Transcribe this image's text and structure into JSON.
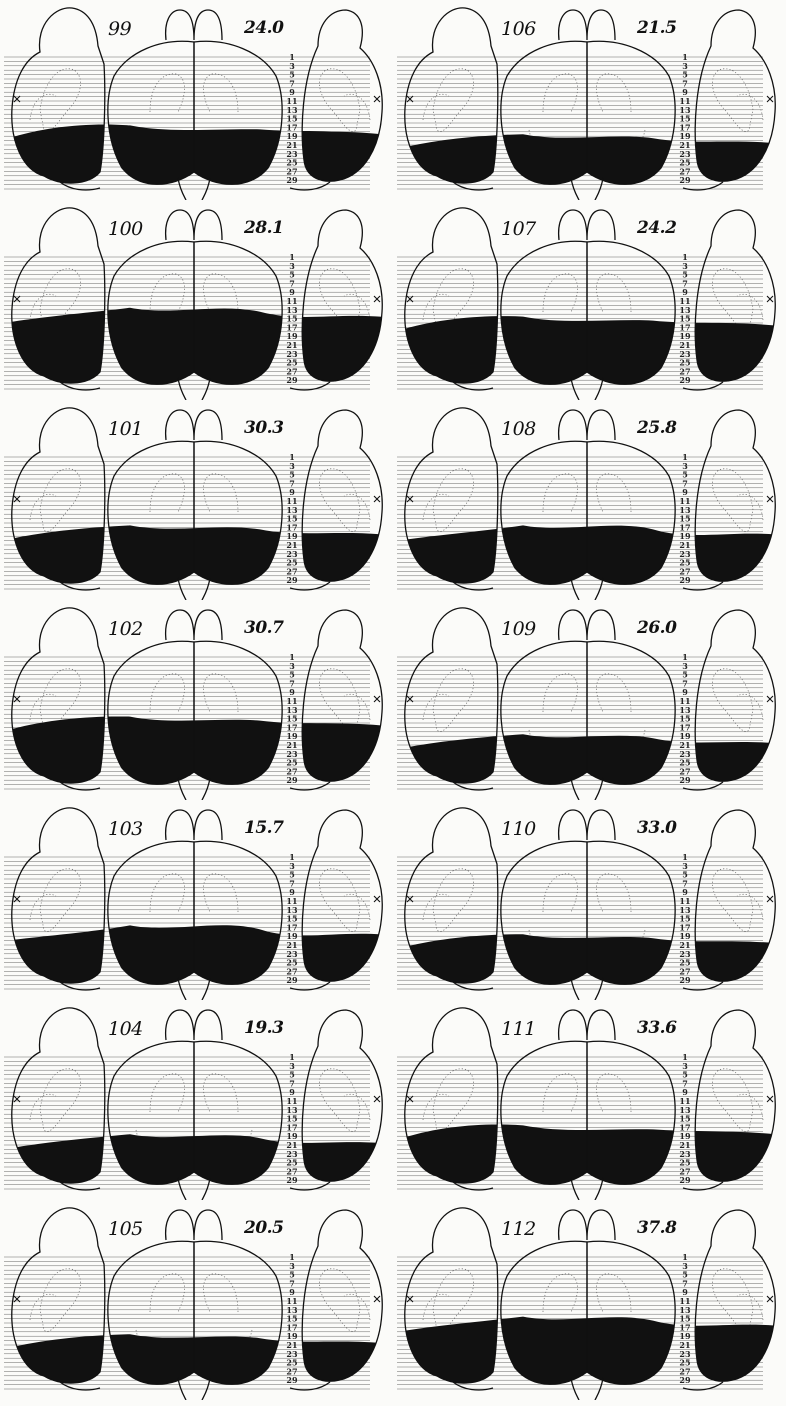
{
  "figure": {
    "scale_labels": [
      "1",
      "3",
      "5",
      "7",
      "9",
      "11",
      "13",
      "15",
      "17",
      "19",
      "21",
      "23",
      "25",
      "27",
      "29"
    ],
    "ink_color": "#111111",
    "paper_color": "#fbfbf9",
    "panels": [
      {
        "case": "99",
        "percent": "24.0",
        "lesion_top_level": 17
      },
      {
        "case": "106",
        "percent": "21.5",
        "lesion_top_level": 19
      },
      {
        "case": "100",
        "percent": "28.1",
        "lesion_top_level": 13
      },
      {
        "case": "107",
        "percent": "24.2",
        "lesion_top_level": 15
      },
      {
        "case": "101",
        "percent": "30.3",
        "lesion_top_level": 17
      },
      {
        "case": "108",
        "percent": "25.8",
        "lesion_top_level": 17
      },
      {
        "case": "102",
        "percent": "30.7",
        "lesion_top_level": 15
      },
      {
        "case": "109",
        "percent": "26.0",
        "lesion_top_level": 19
      },
      {
        "case": "103",
        "percent": "15.7",
        "lesion_top_level": 17
      },
      {
        "case": "110",
        "percent": "33.0",
        "lesion_top_level": 19
      },
      {
        "case": "104",
        "percent": "19.3",
        "lesion_top_level": 19
      },
      {
        "case": "111",
        "percent": "33.6",
        "lesion_top_level": 17
      },
      {
        "case": "105",
        "percent": "20.5",
        "lesion_top_level": 19
      },
      {
        "case": "112",
        "percent": "37.8",
        "lesion_top_level": 15
      }
    ]
  }
}
